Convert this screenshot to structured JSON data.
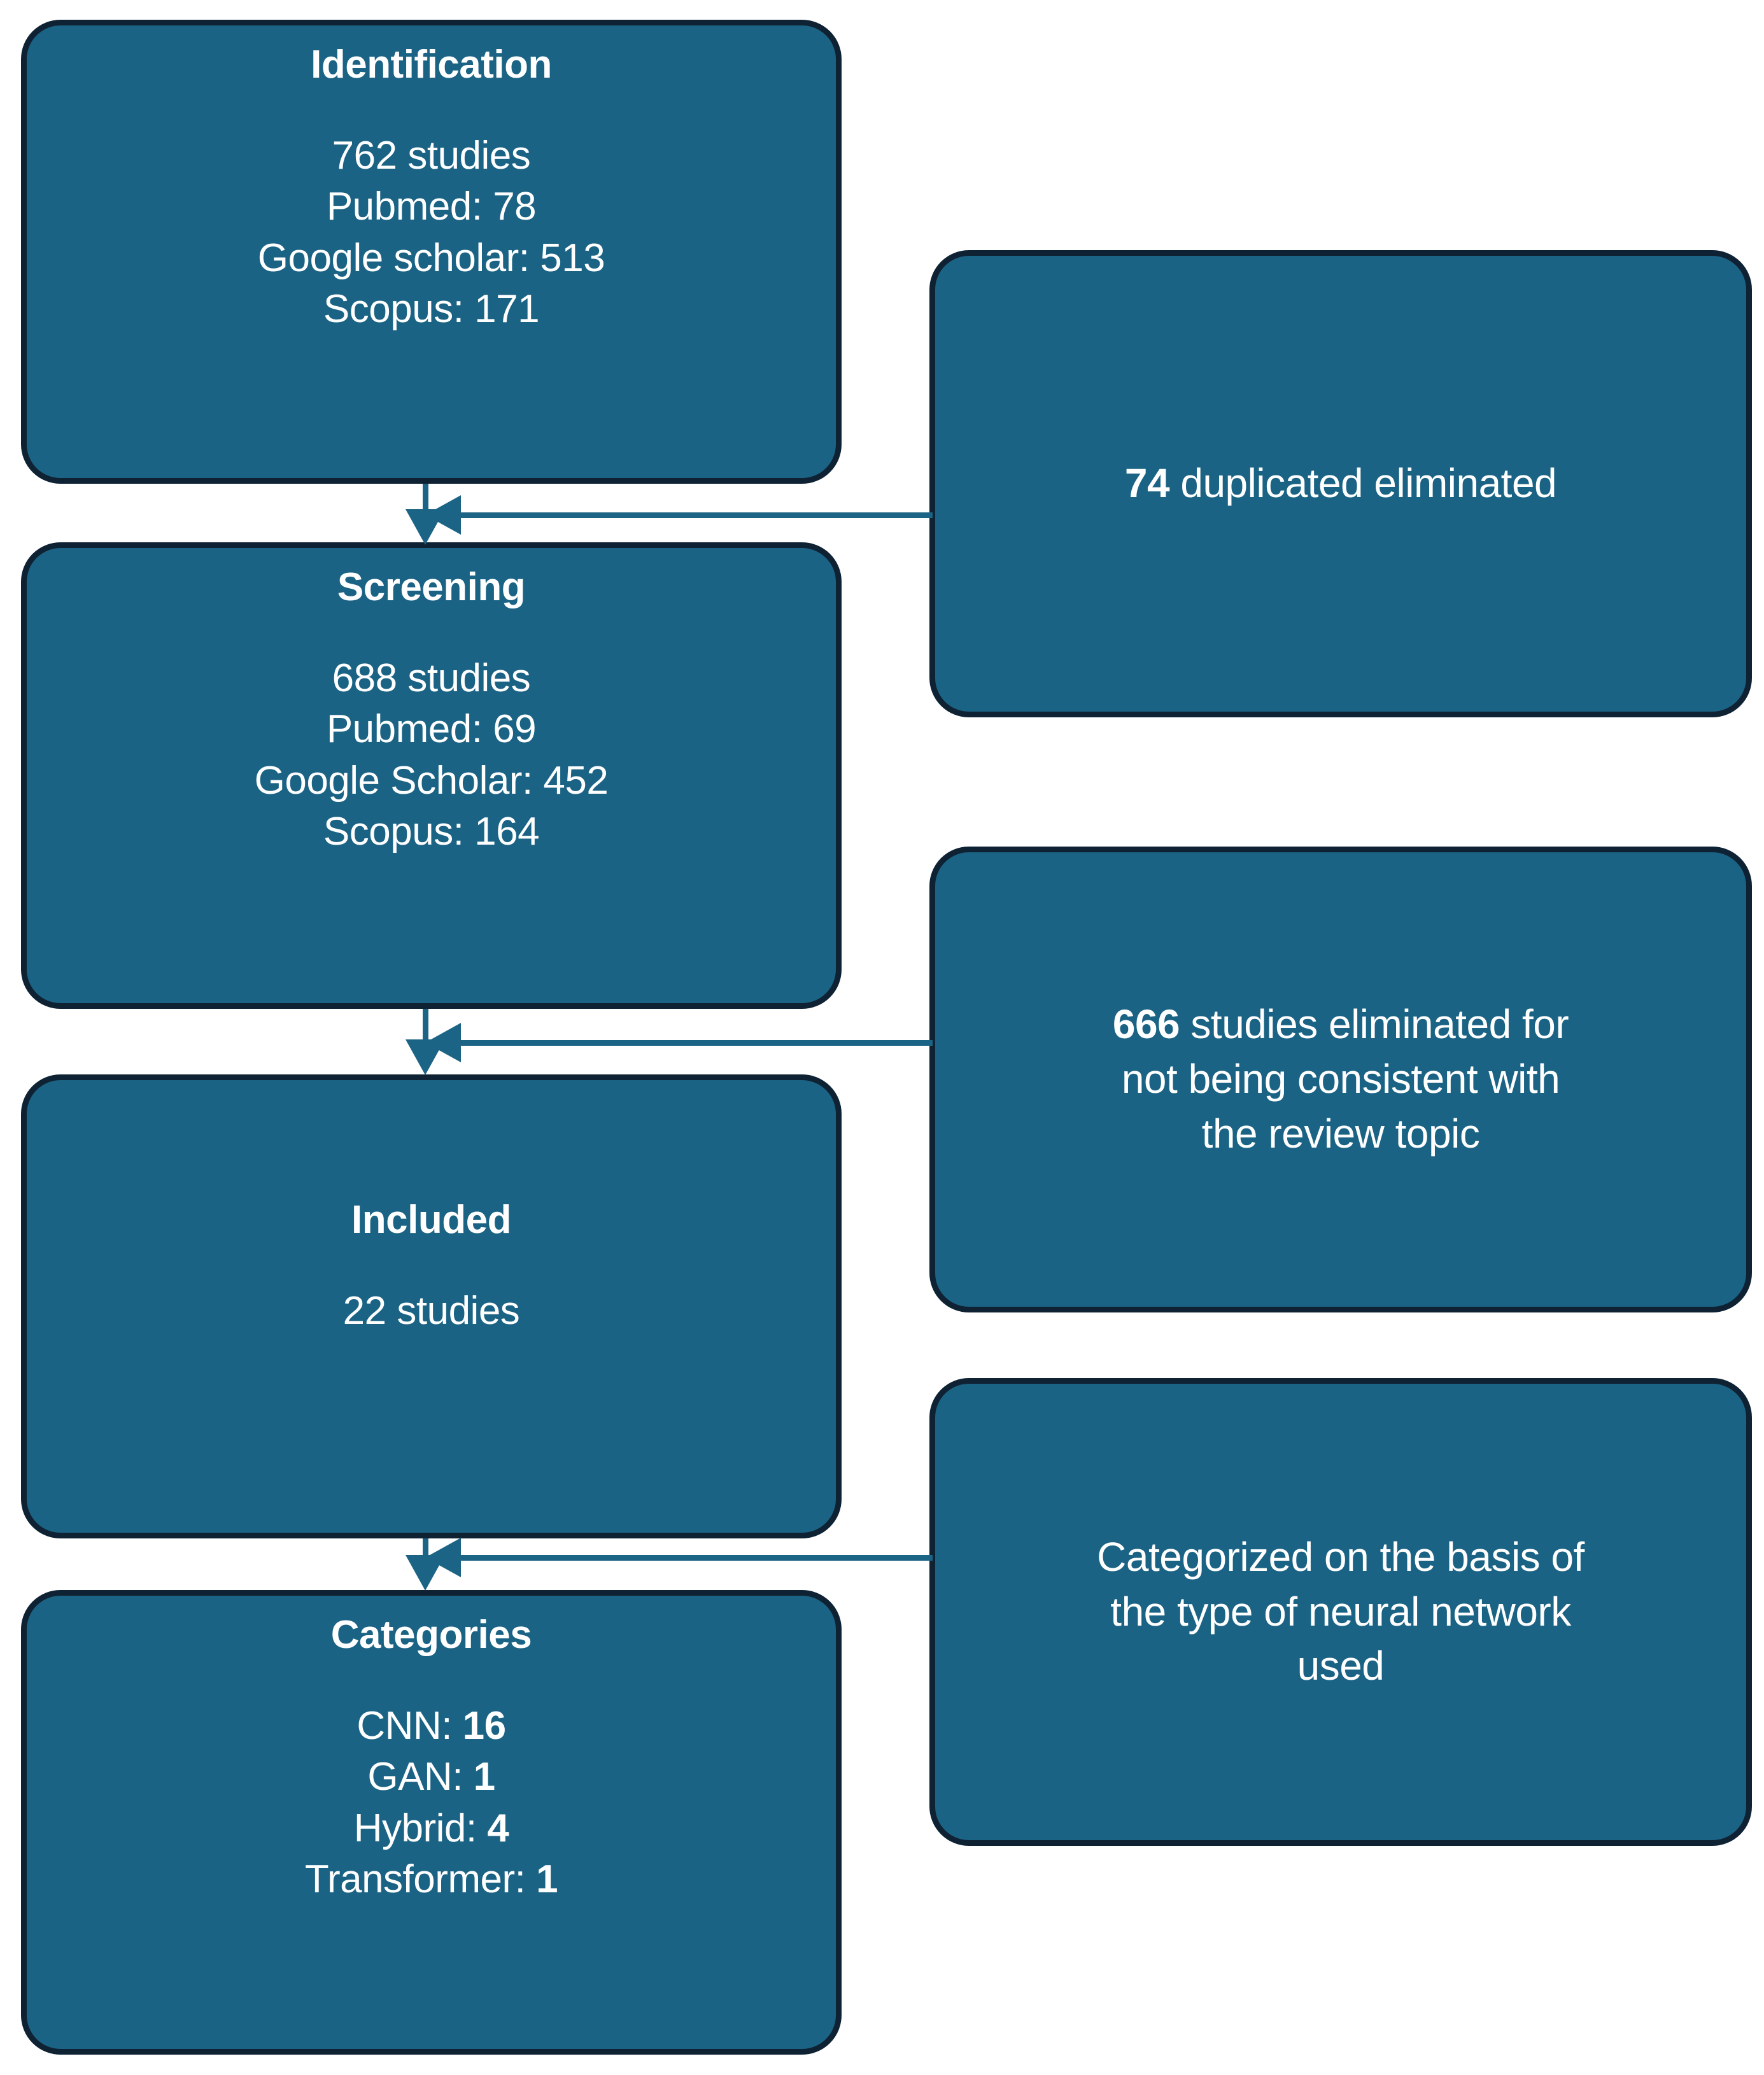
{
  "diagram": {
    "title": "PRISMA study selection flow diagram",
    "colors": {
      "node_fill": "#1b6384",
      "node_border": "#0f2233",
      "connector": "#1c6485",
      "text": "#ffffff"
    },
    "stages": [
      {
        "id": "identification",
        "title": "Identification",
        "lines": [
          {
            "text": "762 studies"
          },
          {
            "text": "Pubmed: 78"
          },
          {
            "text": "Google scholar: 513"
          },
          {
            "text": "Scopus: 171"
          }
        ]
      },
      {
        "id": "screening",
        "title": "Screening",
        "lines": [
          {
            "text": "688 studies"
          },
          {
            "text": "Pubmed: 69"
          },
          {
            "text": "Google Scholar: 452"
          },
          {
            "text": "Scopus: 164"
          }
        ]
      },
      {
        "id": "included",
        "title": "Included",
        "lines": [
          {
            "text": "22 studies"
          }
        ]
      },
      {
        "id": "categories",
        "title": "Categories",
        "lines": [
          {
            "label": "CNN: ",
            "value": "16"
          },
          {
            "label": "GAN: ",
            "value": "1"
          },
          {
            "label": "Hybrid: ",
            "value": "4"
          },
          {
            "label": "Transformer: ",
            "value": "1"
          }
        ]
      }
    ],
    "reasons": [
      {
        "id": "duplicates",
        "lead": "74",
        "text": " duplicated eliminated",
        "lines": [
          "74 duplicated eliminated"
        ]
      },
      {
        "id": "eliminated",
        "lead": "666",
        "text": " studies eliminated for not being consistent with the review topic",
        "lines": [
          "666 studies eliminated for",
          "not being consistent with",
          "the review topic"
        ]
      },
      {
        "id": "categorized",
        "lead": "",
        "text": "Categorized on the basis of the type of neural network used",
        "lines": [
          "Categorized on the basis of",
          "the type of neural network",
          "used"
        ]
      }
    ],
    "connectors": [
      {
        "id": "identification-to-screening",
        "kind": "down-arrow"
      },
      {
        "id": "duplicates-to-screening",
        "kind": "left-arrow"
      },
      {
        "id": "screening-to-included",
        "kind": "down-arrow"
      },
      {
        "id": "eliminated-to-included",
        "kind": "left-arrow"
      },
      {
        "id": "included-to-categories",
        "kind": "down-arrow"
      },
      {
        "id": "categorized-to-categories",
        "kind": "left-arrow"
      }
    ]
  },
  "chart_data": {
    "type": "diagram",
    "title": "PRISMA study selection flow diagram",
    "nodes": [
      {
        "id": "identification",
        "stage": "Identification",
        "total_studies": 762,
        "sources": {
          "Pubmed": 78,
          "Google scholar": 513,
          "Scopus": 171
        }
      },
      {
        "id": "screening",
        "stage": "Screening",
        "total_studies": 688,
        "sources": {
          "Pubmed": 69,
          "Google Scholar": 452,
          "Scopus": 164
        }
      },
      {
        "id": "included",
        "stage": "Included",
        "total_studies": 22
      },
      {
        "id": "categories",
        "stage": "Categories",
        "categories": {
          "CNN": 16,
          "GAN": 1,
          "Hybrid": 4,
          "Transformer": 1
        }
      }
    ],
    "exclusions": [
      {
        "from": "identification",
        "to": "screening",
        "count": 74,
        "reason": "duplicated eliminated"
      },
      {
        "from": "screening",
        "to": "included",
        "count": 666,
        "reason": "studies eliminated for not being consistent with the review topic"
      },
      {
        "from": "included",
        "to": "categories",
        "count": null,
        "reason": "Categorized on the basis of the type of neural network used"
      }
    ]
  }
}
